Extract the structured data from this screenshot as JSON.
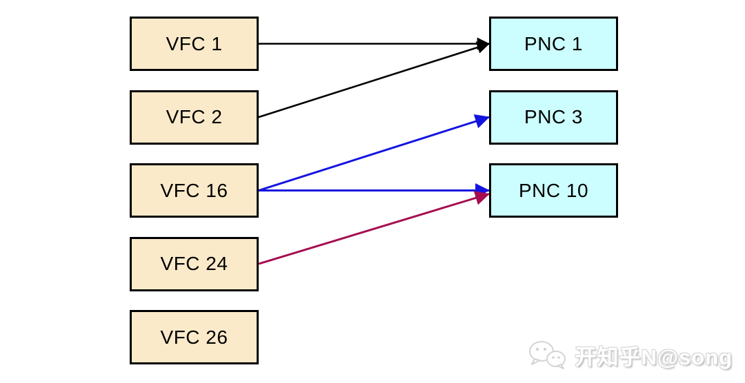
{
  "diagram": {
    "nodes": [
      {
        "id": "vfc1",
        "label": "VFC 1",
        "col": "left",
        "row": 0
      },
      {
        "id": "vfc2",
        "label": "VFC 2",
        "col": "left",
        "row": 1
      },
      {
        "id": "vfc16",
        "label": "VFC 16",
        "col": "left",
        "row": 2
      },
      {
        "id": "vfc24",
        "label": "VFC 24",
        "col": "left",
        "row": 3
      },
      {
        "id": "vfc26",
        "label": "VFC 26",
        "col": "left",
        "row": 4
      },
      {
        "id": "pnc1",
        "label": "PNC 1",
        "col": "right",
        "row": 0
      },
      {
        "id": "pnc3",
        "label": "PNC 3",
        "col": "right",
        "row": 1
      },
      {
        "id": "pnc10",
        "label": "PNC 10",
        "col": "right",
        "row": 2
      }
    ],
    "edges": [
      {
        "from": "vfc1",
        "to": "pnc1",
        "color": "#000000",
        "width": 2.6
      },
      {
        "from": "vfc2",
        "to": "pnc1",
        "color": "#000000",
        "width": 2.6
      },
      {
        "from": "vfc16",
        "to": "pnc3",
        "color": "#1414e0",
        "width": 3
      },
      {
        "from": "vfc16",
        "to": "pnc10",
        "color": "#1414e0",
        "width": 3
      },
      {
        "from": "vfc24",
        "to": "pnc10",
        "color": "#a60d51",
        "width": 3,
        "target_dy": 5
      }
    ],
    "node_colors": {
      "left": "#fbeaca",
      "right": "#ccfeff"
    },
    "border_color": "#000000"
  },
  "watermark": {
    "text": "开知乎N@song",
    "icon": "wechat-bubbles-icon"
  }
}
